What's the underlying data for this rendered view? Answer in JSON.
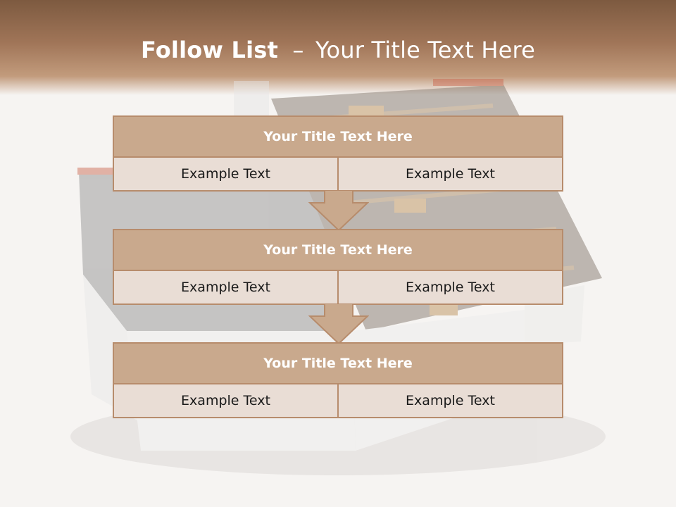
{
  "header": {
    "title_bold": "Follow List",
    "title_dash": "–",
    "title_rest": "Your Title Text Here"
  },
  "steps": [
    {
      "title": "Your Title Text Here",
      "left": "Example Text",
      "right": "Example Text"
    },
    {
      "title": "Your Title Text Here",
      "left": "Example Text",
      "right": "Example Text"
    },
    {
      "title": "Your Title Text Here",
      "left": "Example Text",
      "right": "Example Text"
    }
  ],
  "colors": {
    "header": "#a07558",
    "box_title_fill": "#c9a98d",
    "box_body_fill": "#e9ddd5",
    "border": "#b78c6c",
    "arrow": "#c9a98d"
  }
}
